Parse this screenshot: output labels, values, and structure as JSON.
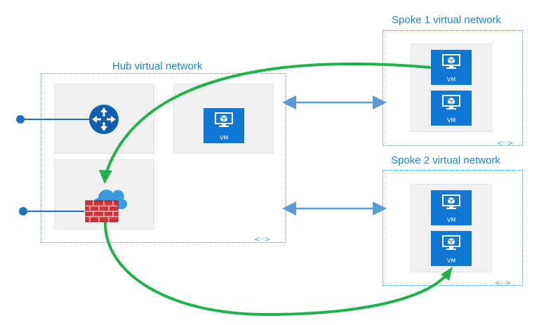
{
  "hub": {
    "title": "Hub virtual network",
    "vm_label": "VM",
    "peering_icon": "<··>"
  },
  "spoke1": {
    "title": "Spoke 1 virtual network",
    "vm_labels": [
      "VM",
      "VM"
    ],
    "peering_icon": "<··>"
  },
  "spoke2": {
    "title": "Spoke 2 virtual network",
    "vm_labels": [
      "VM",
      "VM"
    ],
    "peering_icon": "<··>"
  },
  "icons": {
    "router": "router-icon",
    "firewall": "firewall-icon",
    "vm": "virtual-machine-icon",
    "peering": "vnet-peering-icon",
    "connection": "external-connection-dot"
  },
  "colors": {
    "title": "#1f86d0",
    "vnet_border": "#4aa3df",
    "panel": "#f0f0f0",
    "vm": "#0f78d4",
    "router": "#0f5eb0",
    "firewall_brick": "#d13438",
    "cloud": "#3a9ae0",
    "traffic_flow": "#1db34a",
    "peering_arrow": "#5b9bd5",
    "connector": "#1a6fc0"
  }
}
